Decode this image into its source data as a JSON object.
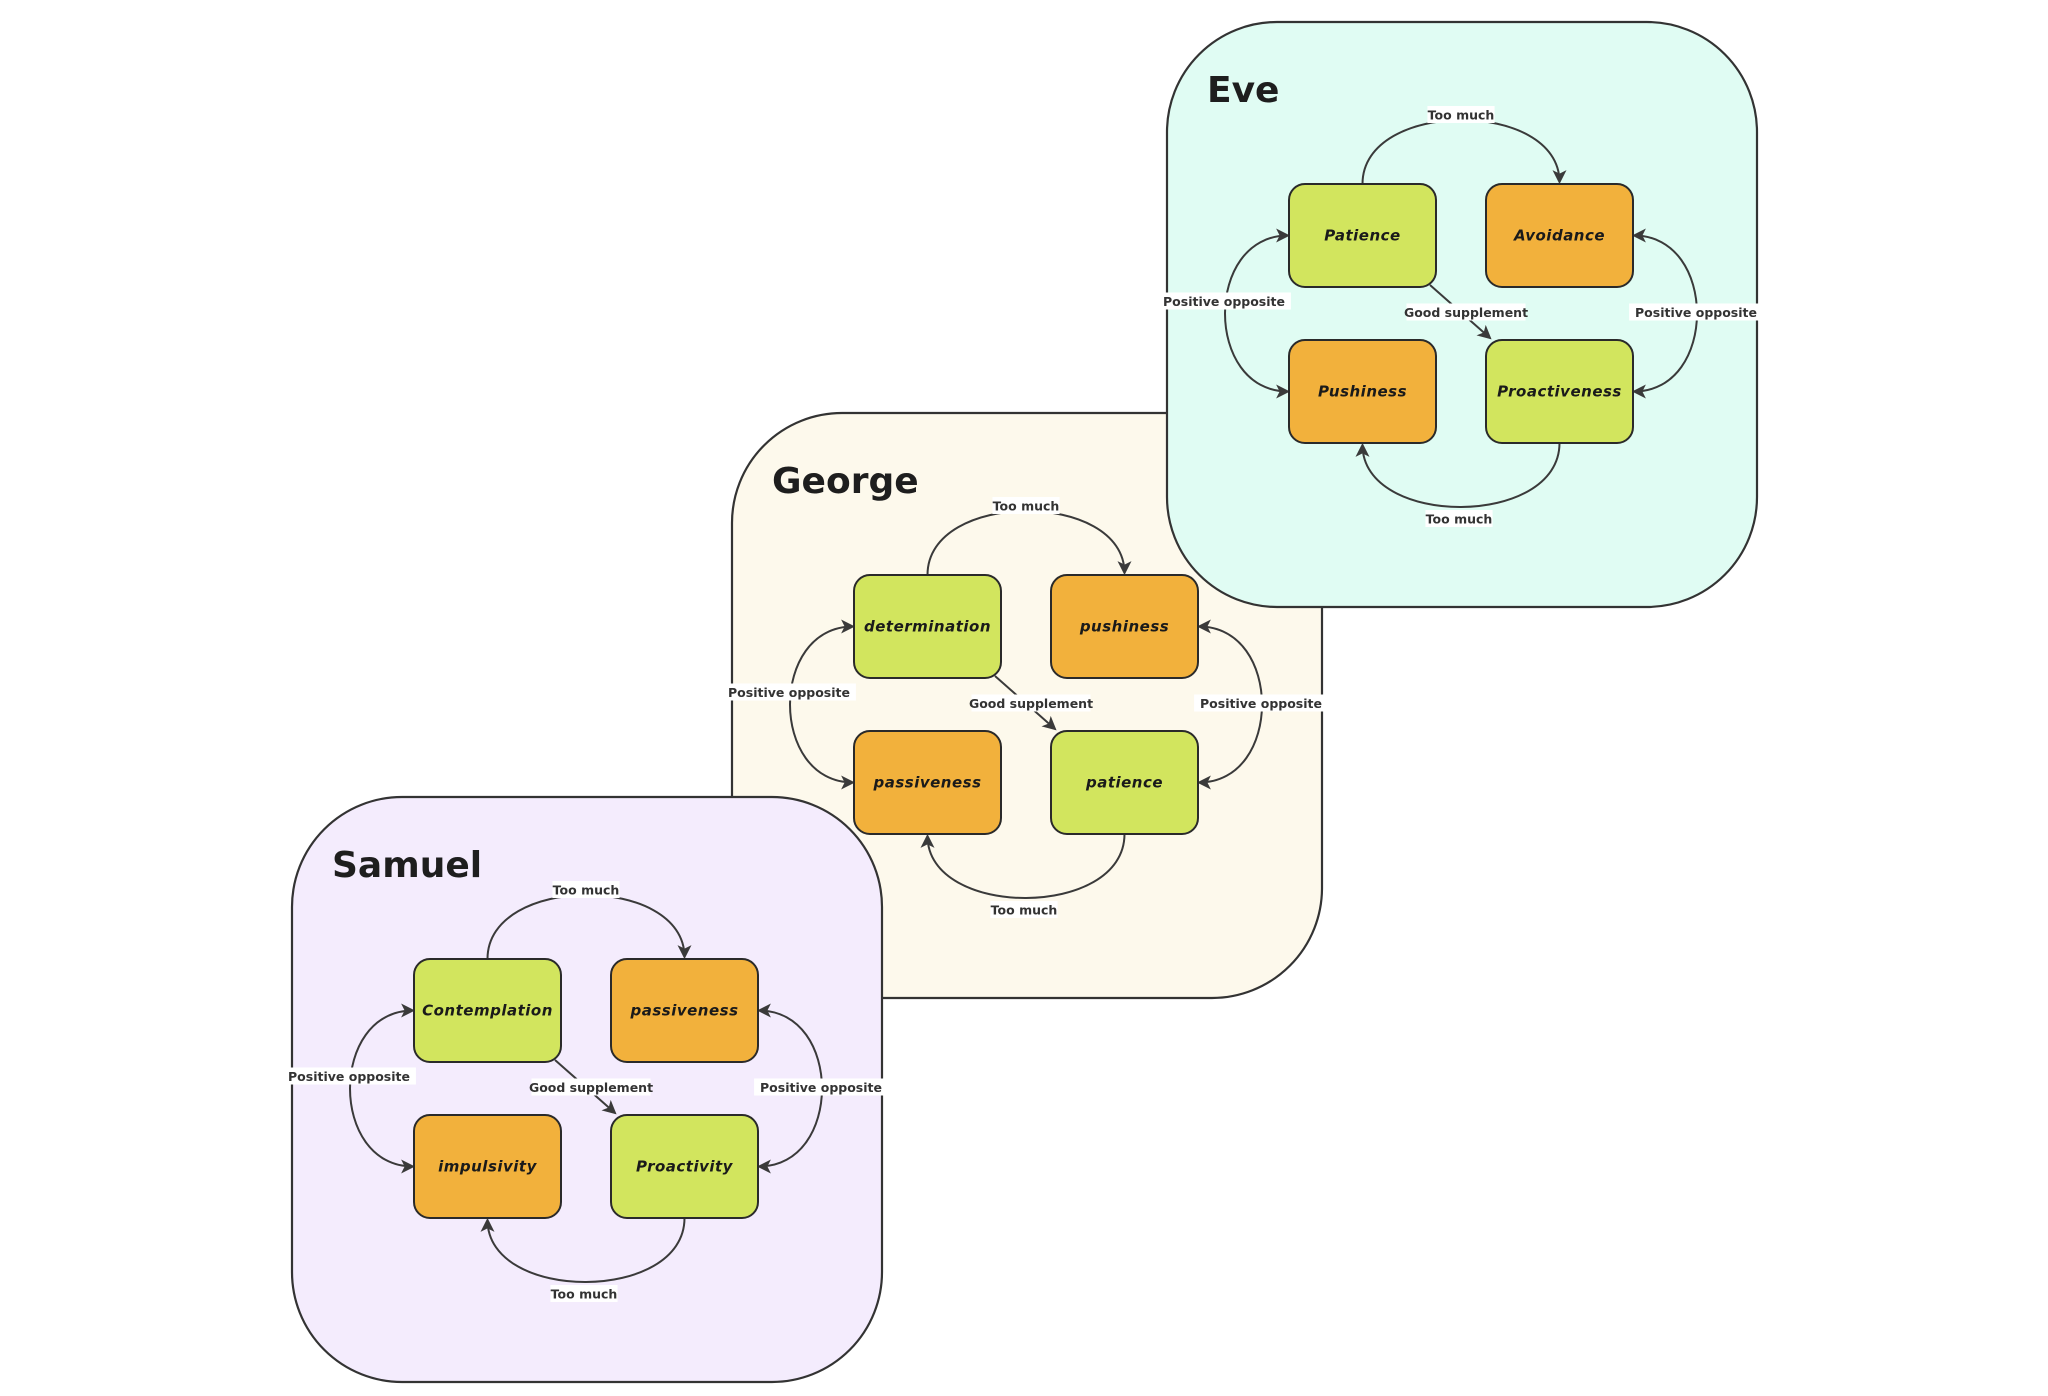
{
  "colors": {
    "positive": "#d2e55e",
    "negative": "#f2b13c",
    "edge": "#3a3a3a",
    "label_bg": "#ffffff"
  },
  "panels": [
    {
      "id": "samuel",
      "title": "Samuel",
      "background": "#f4ecfd",
      "nodes": [
        {
          "id": "tl",
          "label": "Contemplation",
          "kind": "positive"
        },
        {
          "id": "tr",
          "label": "passiveness",
          "kind": "negative"
        },
        {
          "id": "bl",
          "label": "impulsivity",
          "kind": "negative"
        },
        {
          "id": "br",
          "label": "Proactivity",
          "kind": "positive"
        }
      ],
      "edges": [
        {
          "id": "top",
          "label": "Too much"
        },
        {
          "id": "left",
          "label": "Positive opposite"
        },
        {
          "id": "right",
          "label": "Positive opposite"
        },
        {
          "id": "bottom",
          "label": "Too much"
        },
        {
          "id": "diag",
          "label": "Good supplement"
        }
      ]
    },
    {
      "id": "george",
      "title": "George",
      "background": "#fdf9ec",
      "nodes": [
        {
          "id": "tl",
          "label": "determination",
          "kind": "positive"
        },
        {
          "id": "tr",
          "label": "pushiness",
          "kind": "negative"
        },
        {
          "id": "bl",
          "label": "passiveness",
          "kind": "negative"
        },
        {
          "id": "br",
          "label": "patience",
          "kind": "positive"
        }
      ],
      "edges": [
        {
          "id": "top",
          "label": "Too much"
        },
        {
          "id": "left",
          "label": "Positive opposite"
        },
        {
          "id": "right",
          "label": "Positive opposite"
        },
        {
          "id": "bottom",
          "label": "Too much"
        },
        {
          "id": "diag",
          "label": "Good supplement"
        }
      ]
    },
    {
      "id": "eve",
      "title": "Eve",
      "background": "#e0fcf3",
      "nodes": [
        {
          "id": "tl",
          "label": "Patience",
          "kind": "positive"
        },
        {
          "id": "tr",
          "label": "Avoidance",
          "kind": "negative"
        },
        {
          "id": "bl",
          "label": "Pushiness",
          "kind": "negative"
        },
        {
          "id": "br",
          "label": "Proactiveness",
          "kind": "positive"
        }
      ],
      "edges": [
        {
          "id": "top",
          "label": "Too much"
        },
        {
          "id": "left",
          "label": "Positive opposite"
        },
        {
          "id": "right",
          "label": "Positive opposite"
        },
        {
          "id": "bottom",
          "label": "Too much"
        },
        {
          "id": "diag",
          "label": "Good supplement"
        }
      ]
    }
  ]
}
